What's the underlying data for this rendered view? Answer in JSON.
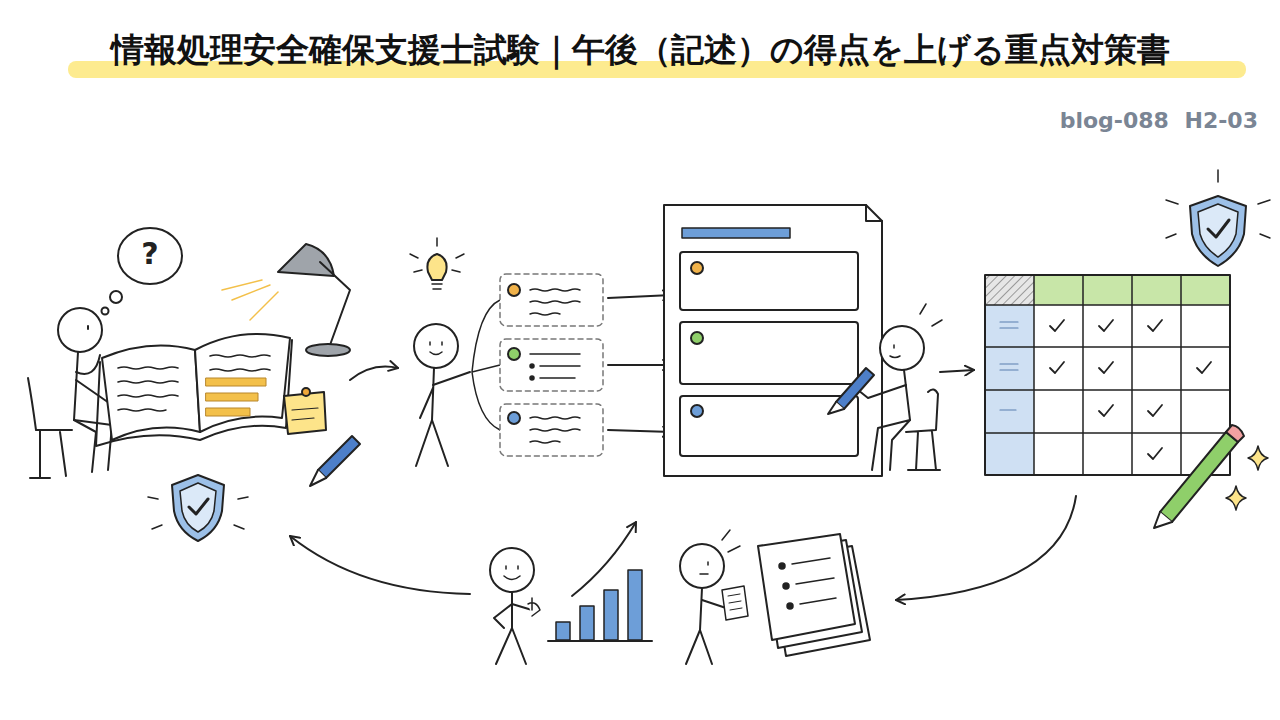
{
  "diagram": {
    "title": "情報処理安全確保支援士試験｜午後（記述）の得点を上げる重点対策書",
    "labels": [
      "blog-088 H2-03",
      "?"
    ]
  }
}
